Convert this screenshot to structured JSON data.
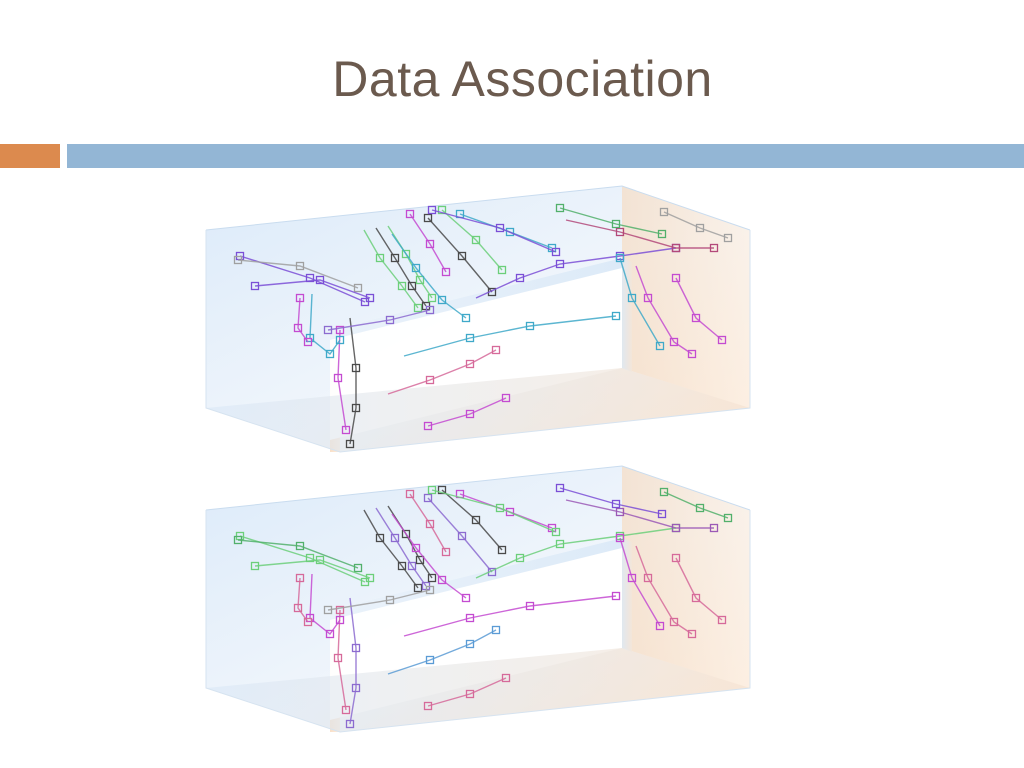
{
  "slide": {
    "title": "Data Association"
  },
  "colors": {
    "title_text": "#6b5a4e",
    "accent_orange": "#dc8a4e",
    "accent_blue": "#93b6d5",
    "box_blue": "#cfe3f6",
    "box_peach": "#f9e2cc"
  },
  "figure": {
    "panels": [
      {
        "name": "upper-panel"
      },
      {
        "name": "lower-panel"
      }
    ]
  }
}
